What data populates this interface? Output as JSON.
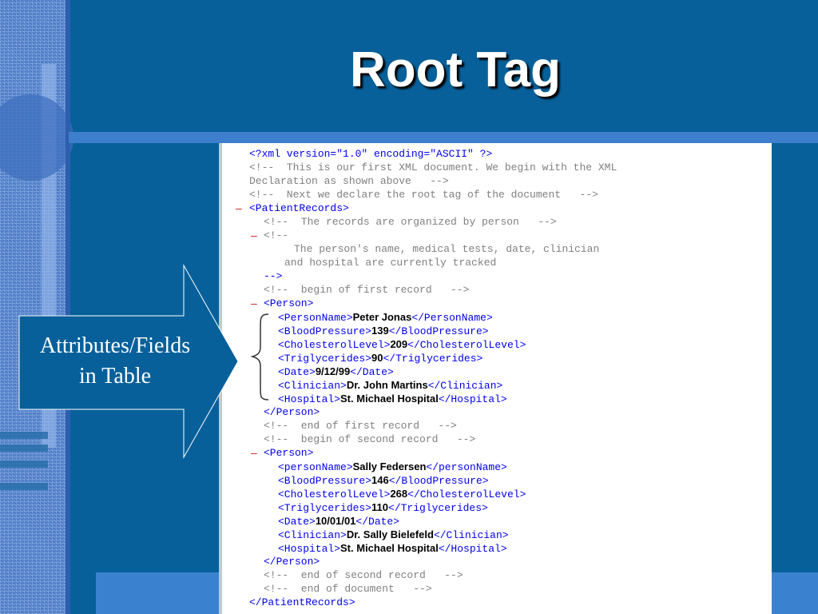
{
  "title": "Root Tag",
  "callout": {
    "line1": "Attributes/Fields",
    "line2": "in Table"
  },
  "xml": {
    "decl": "<?xml version=\"1.0\" encoding=\"ASCII\" ?>",
    "comment1_a": "<!--  This is our first XML document. We begin with the XML",
    "comment1_b": "Declaration as shown above   -->",
    "comment2": "<!--  Next we declare the root tag of the document   -->",
    "minus": "–",
    "root_open": "<PatientRecords>",
    "comment3": "<!--  The records are organized by person   -->",
    "comment4_open": "<!--",
    "comment4_a": "The person's name, medical tests, date, clinician",
    "comment4_b": "and hospital are currently tracked",
    "comment4_close": "-->",
    "comment5": "<!--  begin of first record   -->",
    "person_open": "<Person>",
    "person_close": "</Person>",
    "comment6": "<!--  end of first record   -->",
    "comment7": "<!--  begin of second record   -->",
    "comment8": "<!--  end of second record   -->",
    "comment9": "<!--  end of document   -->",
    "root_close": "</PatientRecords>",
    "record1": [
      {
        "tag": "PersonName",
        "value": "Peter Jonas"
      },
      {
        "tag": "BloodPressure",
        "value": "139"
      },
      {
        "tag": "CholesterolLevel",
        "value": "209"
      },
      {
        "tag": "Triglycerides",
        "value": "90"
      },
      {
        "tag": "Date",
        "value": "9/12/99"
      },
      {
        "tag": "Clinician",
        "value": "Dr. John Martins"
      },
      {
        "tag": "Hospital",
        "value": "St. Michael Hospital"
      }
    ],
    "record2": [
      {
        "tag": "personName",
        "value": "Sally Federsen"
      },
      {
        "tag": "BloodPressure",
        "value": "146"
      },
      {
        "tag": "CholesterolLevel",
        "value": "268"
      },
      {
        "tag": "Triglycerides",
        "value": "110"
      },
      {
        "tag": "Date",
        "value": "10/01/01"
      },
      {
        "tag": "Clinician",
        "value": "Dr. Sally Bielefeld"
      },
      {
        "tag": "Hospital",
        "value": "St. Michael Hospital"
      }
    ]
  }
}
